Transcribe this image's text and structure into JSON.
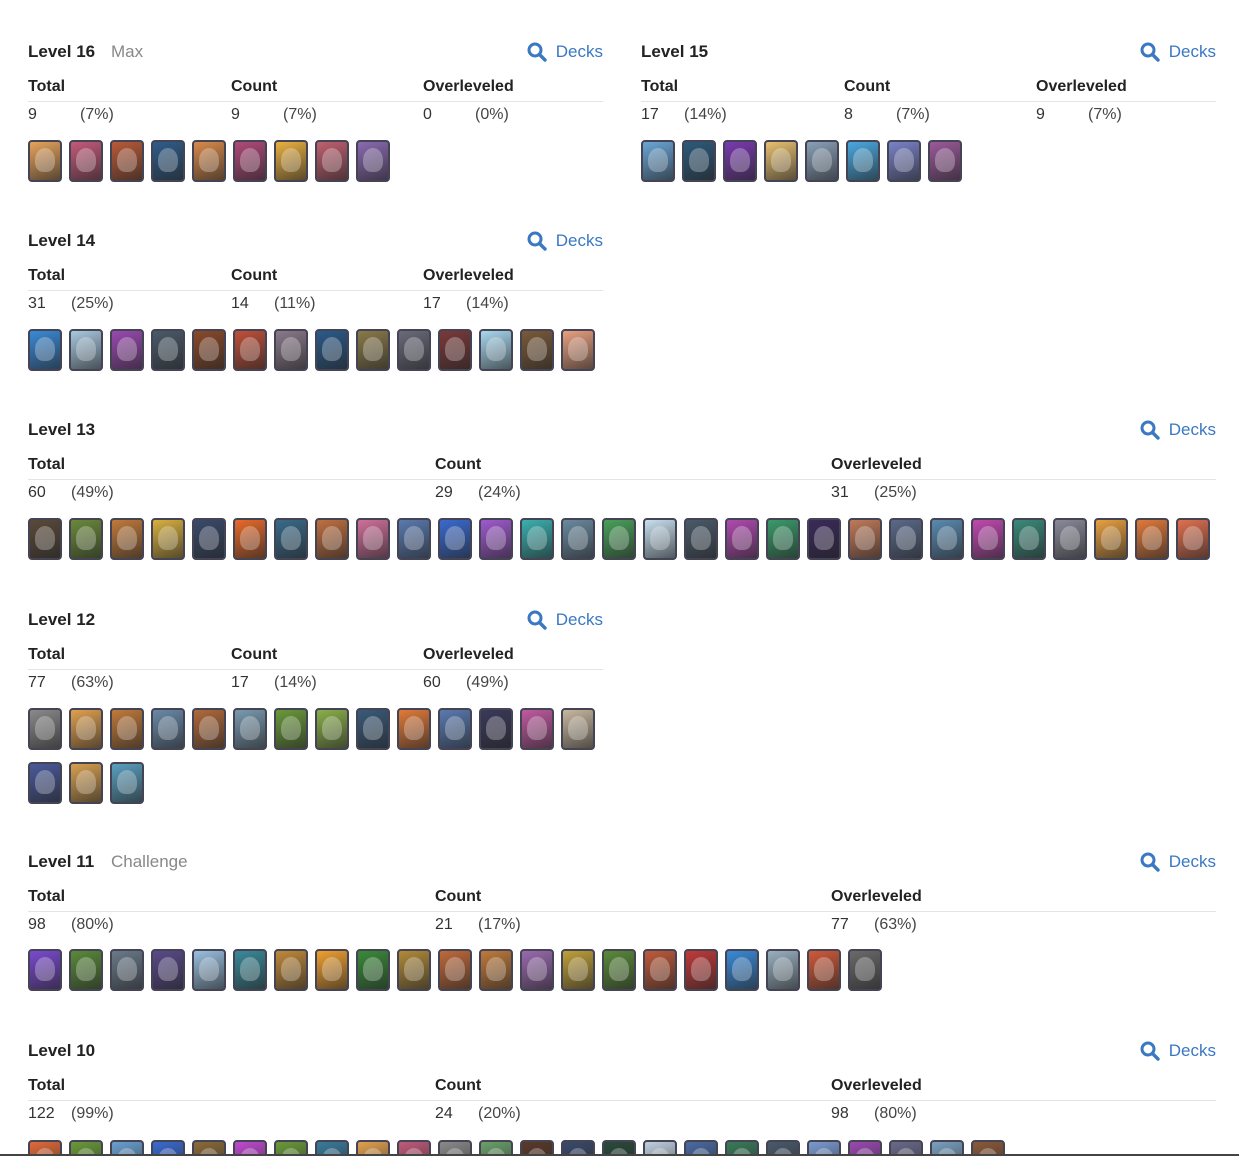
{
  "decks_label": "Decks",
  "col_labels": {
    "total": "Total",
    "count": "Count",
    "overleveled": "Overleveled"
  },
  "levels": [
    {
      "title": "Level 16",
      "subtitle": "Max",
      "total": "9",
      "total_pct": "(7%)",
      "count": "9",
      "count_pct": "(7%)",
      "over": "0",
      "over_pct": "(0%)",
      "cards": [
        "#e6a35c",
        "#c45a7a",
        "#b85a38",
        "#2f5d8a",
        "#d88a4a",
        "#b04a7a",
        "#e9b040",
        "#c06070",
        "#8a6ab0"
      ]
    },
    {
      "title": "Level 15",
      "subtitle": "",
      "total": "17",
      "total_pct": "(14%)",
      "count": "8",
      "count_pct": "(7%)",
      "over": "9",
      "over_pct": "(7%)",
      "cards": [
        "#6aa6d6",
        "#2e5a7a",
        "#7a3ab0",
        "#e8c070",
        "#8aa0b8",
        "#4aa8e0",
        "#7a82c8",
        "#9a5a9a"
      ]
    },
    {
      "title": "Level 14",
      "subtitle": "",
      "total": "31",
      "total_pct": "(25%)",
      "count": "14",
      "count_pct": "(11%)",
      "over": "17",
      "over_pct": "(14%)",
      "cards": [
        "#3a8ad8",
        "#a8c8e0",
        "#9a4ab0",
        "#4a5a6a",
        "#8a4a2a",
        "#c0503a",
        "#8a7a8a",
        "#2a5a8a",
        "#8a7a4a",
        "#6a6a7a",
        "#7a3a3a",
        "#a8d8f0",
        "#7a5a3a",
        "#e8a080"
      ]
    },
    {
      "title": "Level 13",
      "subtitle": "",
      "total": "60",
      "total_pct": "(49%)",
      "count": "29",
      "count_pct": "(24%)",
      "over": "31",
      "over_pct": "(25%)",
      "cards": [
        "#5a4a3a",
        "#6a8a3a",
        "#c07a3a",
        "#d8b040",
        "#3a4a6a",
        "#e86a2a",
        "#3a6a8a",
        "#c07040",
        "#d0709a",
        "#5a7ab0",
        "#3a6ad0",
        "#a05ad0",
        "#3ab0b0",
        "#6a8aa0",
        "#4aa05a",
        "#c8e0f0",
        "#4a5a6a",
        "#b04ab0",
        "#3a9a6a",
        "#3a2a5a",
        "#c07a5a",
        "#5a6a8a",
        "#5a8ab0",
        "#c04ab0",
        "#3a8a7a",
        "#8a8a9a",
        "#e8a040",
        "#e07a3a",
        "#e07050"
      ]
    },
    {
      "title": "Level 12",
      "subtitle": "",
      "total": "77",
      "total_pct": "(63%)",
      "count": "17",
      "count_pct": "(14%)",
      "over": "60",
      "over_pct": "(49%)",
      "cards": [
        "#8a8a8a",
        "#e0a050",
        "#c07a3a",
        "#6a8aa8",
        "#b06a3a",
        "#7a9ab0",
        "#6a9a3a",
        "#8ab04a",
        "#3a5a7a",
        "#e07a3a",
        "#5a7ab0",
        "#3a3a5a",
        "#c05aa0",
        "#c8b8a0",
        "#4a5a9a",
        "#d8a050",
        "#5aa0c0"
      ]
    },
    {
      "title": "Level 11",
      "subtitle": "Challenge",
      "total": "98",
      "total_pct": "(80%)",
      "count": "21",
      "count_pct": "(17%)",
      "over": "77",
      "over_pct": "(63%)",
      "cards": [
        "#7a4ad0",
        "#5a8a3a",
        "#6a7a8a",
        "#5a4a8a",
        "#9ac0e0",
        "#3a8a9a",
        "#c08a3a",
        "#f0a030",
        "#3a8a3a",
        "#b08a3a",
        "#c06a3a",
        "#c07a3a",
        "#9a6ab0",
        "#c0a03a",
        "#5a8a3a",
        "#c05a3a",
        "#c03a3a",
        "#3a8ad8",
        "#9ab0c0",
        "#d05a3a",
        "#6a6a6a"
      ]
    },
    {
      "title": "Level 10",
      "subtitle": "",
      "total": "122",
      "total_pct": "(99%)",
      "count": "24",
      "count_pct": "(20%)",
      "over": "98",
      "over_pct": "(80%)",
      "cards": [
        "#e06a3a",
        "#6a9a3a",
        "#6aa0d0",
        "#3a6ad0",
        "#8a6a3a",
        "#c04ad0",
        "#6a9a3a",
        "#3a7a9a",
        "#e0a050",
        "#c05a7a",
        "#8a8a8a",
        "#6aa06a",
        "#5a3a2a",
        "#3a4a6a",
        "#2a4a3a",
        "#c0d0e0",
        "#4a6aa0",
        "#3a7a5a",
        "#4a5a6a",
        "#7a9ad0",
        "#9a4ab0",
        "#6a6a8a",
        "#7aa0c0",
        "#8a5a3a"
      ]
    }
  ]
}
